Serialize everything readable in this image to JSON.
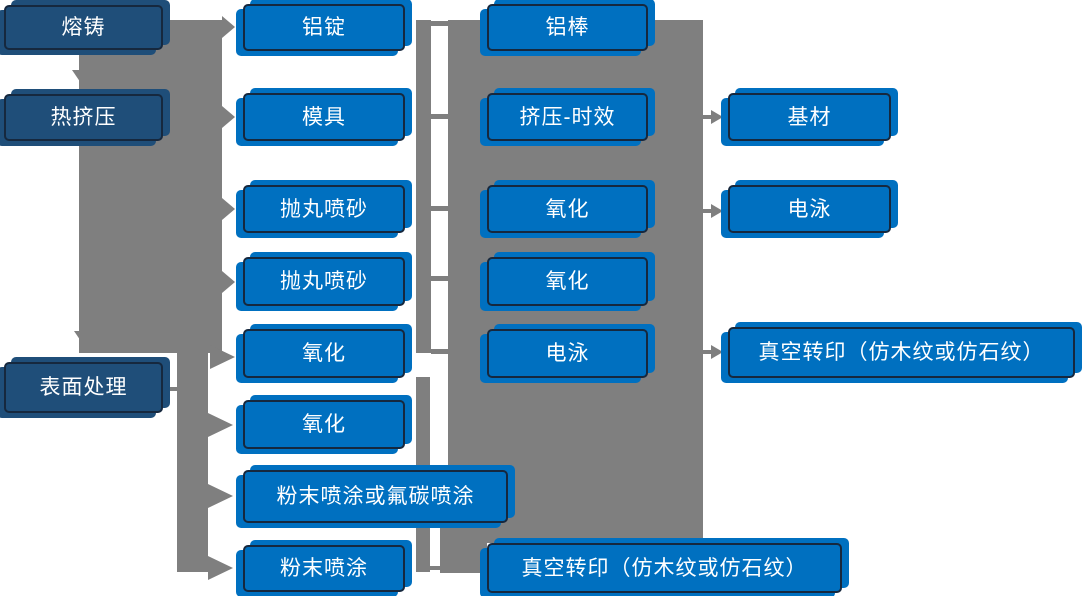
{
  "diagram": {
    "title_hint": "aluminum-extrusion-process-flow",
    "colors": {
      "node_fill": "#0070C0",
      "stage_node_fill": "#1F4E79",
      "node_border": "#16283E",
      "connector_gray": "#7F7F7F",
      "node_text": "#FFFFFF",
      "background": "#FFFFFF"
    },
    "nodes": {
      "casting": {
        "label": "熔铸"
      },
      "hot_extrusion": {
        "label": "热挤压"
      },
      "surface_treatment": {
        "label": "表面处理"
      },
      "aluminum_ingot": {
        "label": "铝锭"
      },
      "mold": {
        "label": "模具"
      },
      "shot_blasting_1": {
        "label": "抛丸喷砂"
      },
      "shot_blasting_2": {
        "label": "抛丸喷砂"
      },
      "oxidation_1": {
        "label": "氧化"
      },
      "oxidation_2": {
        "label": "氧化"
      },
      "powder_or_fluorocarbon": {
        "label": "粉末喷涂或氟碳喷涂"
      },
      "powder_coating": {
        "label": "粉末喷涂"
      },
      "aluminum_rod": {
        "label": "铝棒"
      },
      "extrusion_aging": {
        "label": "挤压-时效"
      },
      "oxidation_3": {
        "label": "氧化"
      },
      "oxidation_4": {
        "label": "氧化"
      },
      "electrophoresis_1": {
        "label": "电泳"
      },
      "vacuum_transfer_1": {
        "label": "真空转印（仿木纹或仿石纹）"
      },
      "substrate": {
        "label": "基材"
      },
      "electrophoresis_2": {
        "label": "电泳"
      },
      "vacuum_transfer_2": {
        "label": "真空转印（仿木纹或仿石纹）"
      }
    }
  }
}
